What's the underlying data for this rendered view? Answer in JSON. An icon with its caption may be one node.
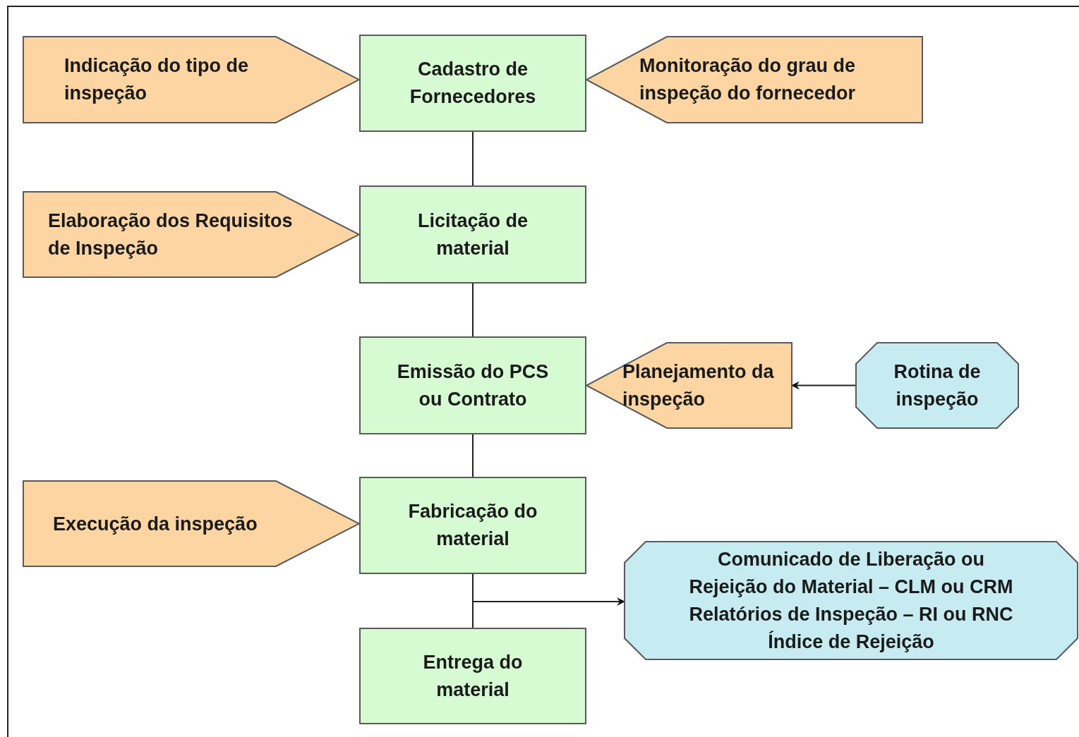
{
  "diagram": {
    "nodes": [
      {
        "text": [
          "Indicação do tipo de inspeção"
        ]
      },
      {
        "text": [
          "Cadastro de Fornecedores"
        ]
      },
      {
        "text": [
          "Monitoração do grau de inspeção do fornecedor"
        ]
      },
      {
        "text": [
          "Elaboração dos Requisitos de Inspeção"
        ]
      },
      {
        "text": [
          "Licitação de material"
        ]
      },
      {
        "text": [
          "Emissão do PCS ou Contrato"
        ]
      },
      {
        "text": [
          "Planejamento da inspeção"
        ]
      },
      {
        "text": [
          "Rotina de inspeção"
        ]
      },
      {
        "text": [
          "Execução da inspeção"
        ]
      },
      {
        "text": [
          "Fabricação do material"
        ]
      },
      {
        "text": [
          "Comunicado de Liberação ou Rejeição do Material – CLM ou CRM Relatórios de Inspeção – RI ou RNC Índice de Rejeição"
        ]
      },
      {
        "text": [
          "Entrega do material"
        ]
      }
    ],
    "edges": [
      {
        "from": 1,
        "to": 4,
        "arrow": "none"
      },
      {
        "from": 4,
        "to": 5,
        "arrow": "none"
      },
      {
        "from": 5,
        "to": 9,
        "arrow": "none"
      },
      {
        "from": 9,
        "to": 11,
        "arrow": "none"
      },
      {
        "from": 7,
        "to": 6,
        "arrow": "to"
      },
      {
        "from": 9,
        "to": 10,
        "arrow": "to"
      }
    ]
  }
}
